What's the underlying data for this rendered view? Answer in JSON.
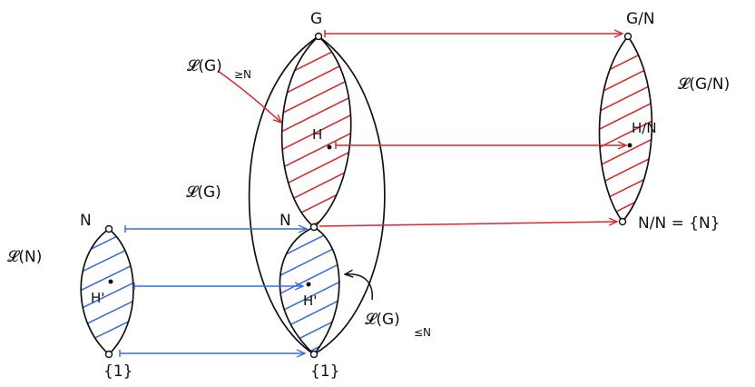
{
  "labels": {
    "G": "G",
    "G_mod_N": "G/N",
    "lattice_G_geq_N": "𝓛(G)",
    "lattice_G_geq_N_sub": "≥N",
    "lattice_G_mod_N": "𝓛(G/N)",
    "H": "H",
    "H_mod_N": "H/N",
    "lattice_G": "𝓛(G)",
    "N_middle": "N",
    "N_mod_N": "N/N = {N}",
    "N_left": "N",
    "lattice_N": "𝓛(N)",
    "H_prime_left": "H'",
    "H_prime_middle": "H'",
    "lattice_G_leq_N": "𝓛(G)",
    "lattice_G_leq_N_sub": "≤N",
    "trivial_left": "{1}",
    "trivial_middle": "{1}"
  },
  "colors": {
    "ink": "#111111",
    "red": "#d42a2a",
    "blue": "#3a6fd8"
  }
}
